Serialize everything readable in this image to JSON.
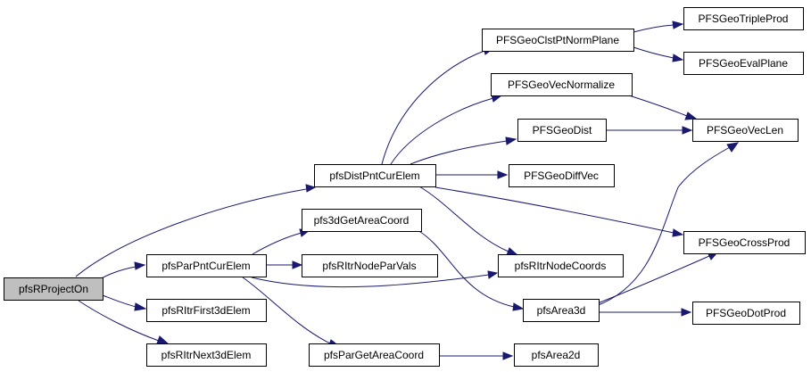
{
  "diagram": {
    "colors": {
      "edge": "#191970",
      "node_border": "#000000",
      "root_fill": "#bfbfbf",
      "node_fill": "#ffffff"
    },
    "nodes": {
      "pfsRProjectOn": "pfsRProjectOn",
      "pfsDistPntCurElem": "pfsDistPntCurElem",
      "pfsParPntCurElem": "pfsParPntCurElem",
      "pfsRItrFirst3dElem": "pfsRItrFirst3dElem",
      "pfsRItrNext3dElem": "pfsRItrNext3dElem",
      "PFSGeoClstPtNormPlane": "PFSGeoClstPtNormPlane",
      "PFSGeoVecNormalize": "PFSGeoVecNormalize",
      "PFSGeoDist": "PFSGeoDist",
      "PFSGeoDiffVec": "PFSGeoDiffVec",
      "pfs3dGetAreaCoord": "pfs3dGetAreaCoord",
      "pfsRItrNodeParVals": "pfsRItrNodeParVals",
      "pfsParGetAreaCoord": "pfsParGetAreaCoord",
      "pfsRItrNodeCoords": "pfsRItrNodeCoords",
      "pfsArea3d": "pfsArea3d",
      "pfsArea2d": "pfsArea2d",
      "PFSGeoTripleProd": "PFSGeoTripleProd",
      "PFSGeoEvalPlane": "PFSGeoEvalPlane",
      "PFSGeoVecLen": "PFSGeoVecLen",
      "PFSGeoCrossProd": "PFSGeoCrossProd",
      "PFSGeoDotProd": "PFSGeoDotProd"
    }
  }
}
